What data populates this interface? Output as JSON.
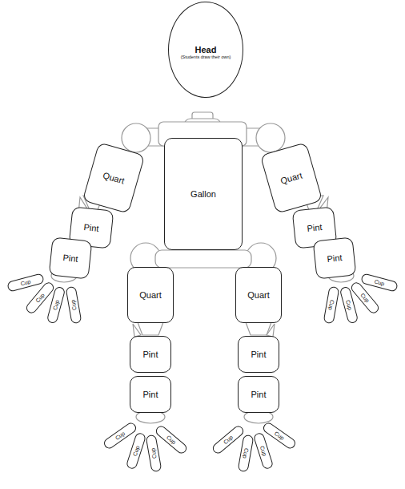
{
  "diagram": {
    "nodes": [
      {
        "text": [
          "Head",
          "(Students draw their own)"
        ]
      },
      {
        "text": [
          "Quart"
        ]
      },
      {
        "text": [
          "Gallon"
        ]
      },
      {
        "text": [
          "Quart"
        ]
      },
      {
        "text": [
          "Pint"
        ]
      },
      {
        "text": [
          "Pint"
        ]
      },
      {
        "text": [
          "Pint"
        ]
      },
      {
        "text": [
          "Pint"
        ]
      },
      {
        "text": [
          "Cup"
        ]
      },
      {
        "text": [
          "Cup"
        ]
      },
      {
        "text": [
          "Cup"
        ]
      },
      {
        "text": [
          "Cup"
        ]
      },
      {
        "text": [
          "Cup"
        ]
      },
      {
        "text": [
          "Cup"
        ]
      },
      {
        "text": [
          "Cup"
        ]
      },
      {
        "text": [
          "Cup"
        ]
      },
      {
        "text": [
          "Quart"
        ]
      },
      {
        "text": [
          "Quart"
        ]
      },
      {
        "text": [
          "Pint"
        ]
      },
      {
        "text": [
          "Pint"
        ]
      },
      {
        "text": [
          "Pint"
        ]
      },
      {
        "text": [
          "Pint"
        ]
      },
      {
        "text": [
          "Cup"
        ]
      },
      {
        "text": [
          "Cup"
        ]
      },
      {
        "text": [
          "Cup"
        ]
      },
      {
        "text": [
          "Cup"
        ]
      },
      {
        "text": [
          "Cup"
        ]
      },
      {
        "text": [
          "Cup"
        ]
      },
      {
        "text": [
          "Cup"
        ]
      },
      {
        "text": [
          "Cup"
        ]
      }
    ]
  }
}
